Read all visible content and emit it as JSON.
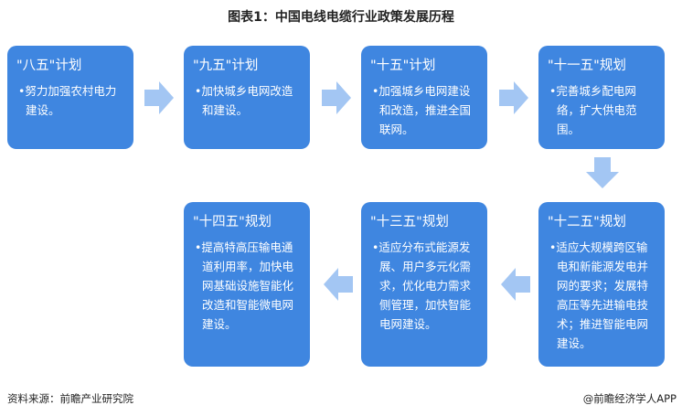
{
  "title": "图表1：中国电线电缆行业政策发展历程",
  "stages": [
    {
      "name": "\"八五\"计划",
      "text": "•努力加强农村电力建设。"
    },
    {
      "name": "\"九五\"计划",
      "text": "•加快城乡电网改造和建设。"
    },
    {
      "name": "\"十五\"计划",
      "text": "•加强城乡电网建设和改造，推进全国联网。"
    },
    {
      "name": "\"十一五\"规划",
      "text": "•完善城乡配电网络，扩大供电范围。"
    },
    {
      "name": "\"十二五\"规划",
      "text": "•适应大规模跨区输电和新能源发电并网的要求；发展特高压等先进输电技术；推进智能电网建设。"
    },
    {
      "name": "\"十三五\"规划",
      "text": "•适应分布式能源发展、用户多元化需求，优化电力需求侧管理，加快智能电网建设。"
    },
    {
      "name": "\"十四五\"规划",
      "text": "•提高特高压输电通道利用率，加快电网基础设施智能化改造和智能微电网建设。"
    }
  ],
  "source": "资料来源：前瞻产业研究院",
  "credit": "@前瞻经济学人APP",
  "colors": {
    "box": "#3f86e0",
    "arrow": "#a3c6f3"
  }
}
